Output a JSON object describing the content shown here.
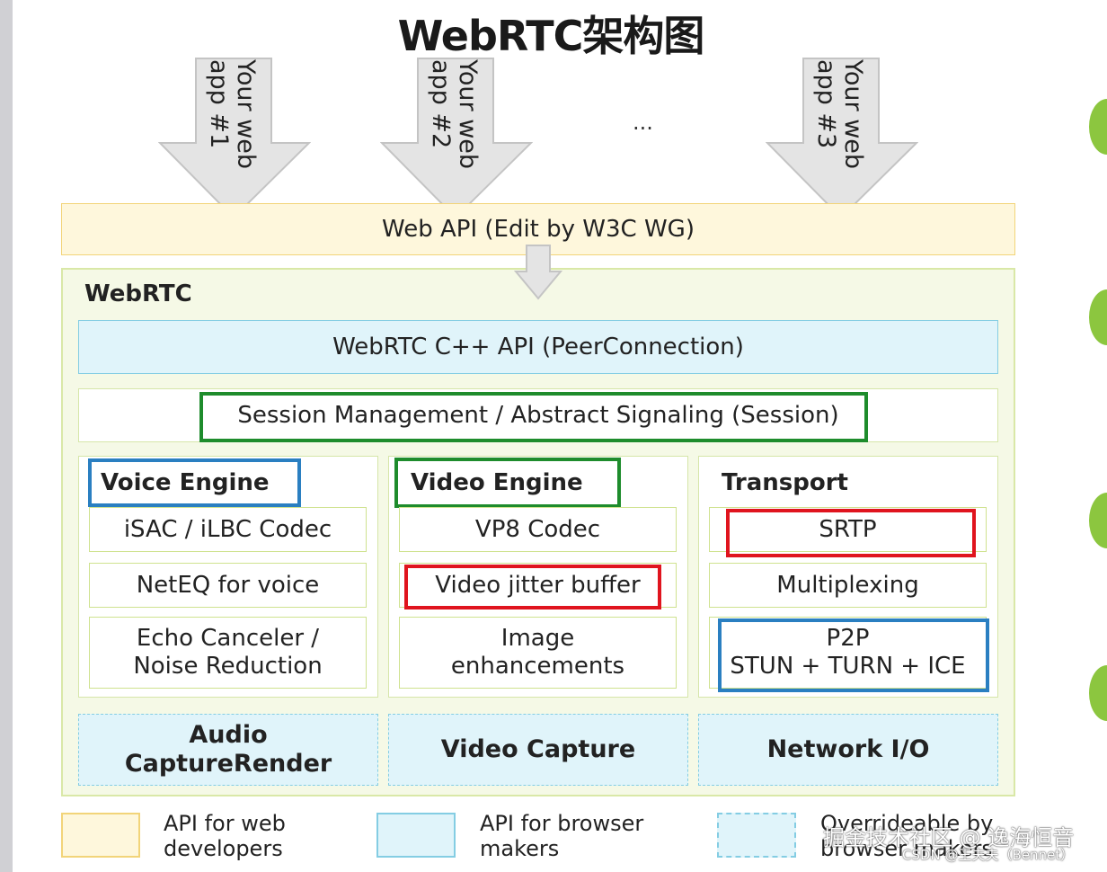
{
  "title": "WebRTC架构图",
  "apps": [
    {
      "label": "Your web app #1"
    },
    {
      "label": "Your web app #2"
    },
    {
      "label": "Your web app #3"
    }
  ],
  "ellipsis": "...",
  "web_api": "Web API (Edit by W3C WG)",
  "webrtc_label": "WebRTC",
  "cpp_api": "WebRTC C++ API (PeerConnection)",
  "session": "Session Management / Abstract Signaling (Session)",
  "voice_engine": {
    "title": "Voice Engine",
    "items": [
      "iSAC / iLBC Codec",
      "NetEQ for voice",
      "Echo Canceler / Noise Reduction"
    ]
  },
  "video_engine": {
    "title": "Video Engine",
    "items": [
      "VP8 Codec",
      "Video jitter buffer",
      "Image enhancements"
    ]
  },
  "transport": {
    "title": "Transport",
    "items": [
      "SRTP",
      "Multiplexing",
      "P2P\nSTUN + TURN + ICE"
    ]
  },
  "io": [
    "Audio CaptureRender",
    "Video Capture",
    "Network I/O"
  ],
  "legend": [
    {
      "label": "API for web developers",
      "color": "#fef7dc"
    },
    {
      "label": "API for browser makers",
      "color": "#e0f4fa"
    },
    {
      "label": "Overrideable by browser makers",
      "color": "#e0f4fa"
    }
  ],
  "watermark": {
    "line1": "掘金技术社区 @ 逸海恒音",
    "line2": "CSDN @王夫夫（Bennet）"
  },
  "colors": {
    "highlight_green": "#1e8c2c",
    "highlight_red": "#e0141e",
    "highlight_blue": "#2a7fc1",
    "api_yellow": "#fef7dc",
    "api_blue": "#e0f4fa",
    "webrtc_green": "#f5f9e6"
  }
}
